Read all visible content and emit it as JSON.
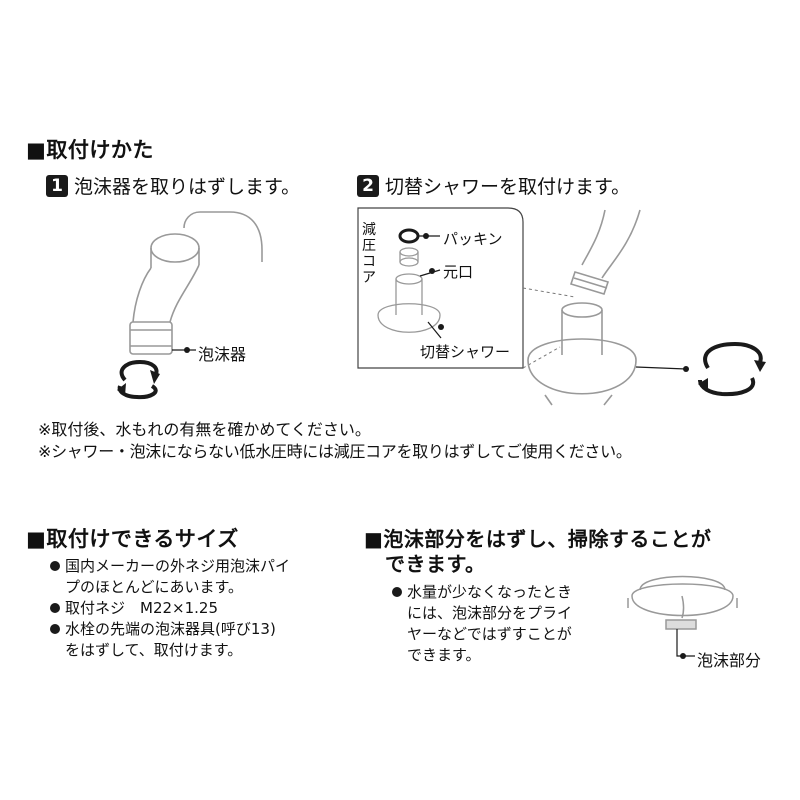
{
  "install": {
    "title": "■取付けかた",
    "step1": {
      "num": "1",
      "text": "泡沫器を取りはずします。",
      "label_aerator": "泡沫器"
    },
    "step2": {
      "num": "2",
      "text": "切替シャワーを取付けます。",
      "label_core": "減圧コア",
      "label_packing": "パッキン",
      "label_base": "元口",
      "label_shower": "切替シャワー"
    },
    "notes": [
      "※取付後、水もれの有無を確かめてください。",
      "※シャワー・泡沫にならない低水圧時には減圧コアを取りはずしてご使用ください。"
    ]
  },
  "sizes": {
    "title": "■取付けできるサイズ",
    "items": [
      {
        "lines": [
          "国内メーカーの外ネジ用泡沫パイ",
          "プのほとんどにあいます。"
        ]
      },
      {
        "lines": [
          "取付ネジ　M22×1.25"
        ]
      },
      {
        "lines": [
          "水栓の先端の泡沫器具(呼び13)",
          "をはずして、取付けます。"
        ]
      }
    ]
  },
  "cleaning": {
    "title_line1": "■泡沫部分をはずし、掃除することが",
    "title_line2": "できます。",
    "lines": [
      "水量が少なくなったとき",
      "には、泡沫部分をプライ",
      "ヤーなどではずすことが",
      "できます。"
    ],
    "label_part": "泡沫部分"
  }
}
